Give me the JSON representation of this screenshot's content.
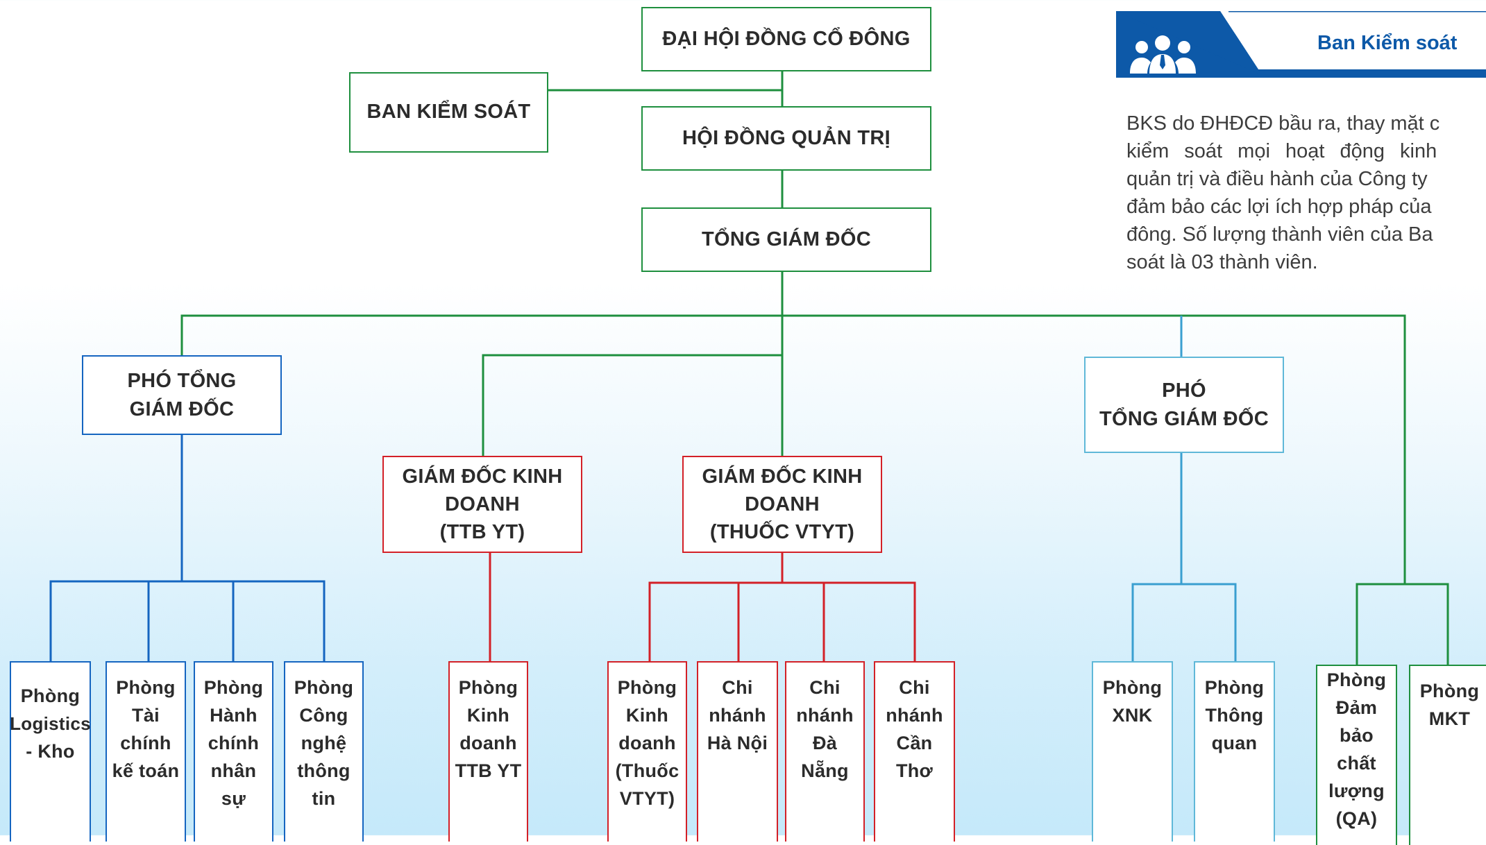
{
  "top": {
    "shareholders": "ĐẠI HỘI ĐỒNG CỔ ĐÔNG",
    "supervisory_board": "BAN KIỂM SOÁT",
    "board_of_directors": "HỘI ĐỒNG QUẢN TRỊ",
    "general_director": "TỔNG GIÁM ĐỐC"
  },
  "managers": {
    "deputy_left": [
      "PHÓ TỔNG",
      "GIÁM ĐỐC"
    ],
    "sales_ttb": [
      "GIÁM ĐỐC KINH",
      "DOANH",
      "(TTB YT)"
    ],
    "sales_thuoc": [
      "GIÁM ĐỐC KINH",
      "DOANH",
      "(THUỐC VTYT)"
    ],
    "deputy_right": [
      "PHÓ",
      "TỔNG GIÁM ĐỐC"
    ]
  },
  "departments": {
    "logistics": [
      "Phòng",
      "Logistics",
      "- Kho"
    ],
    "finance": [
      "Phòng",
      "Tài",
      "chính",
      "kế toán"
    ],
    "hr": [
      "Phòng",
      "Hành",
      "chính",
      "nhân",
      "sự"
    ],
    "it": [
      "Phòng",
      "Công",
      "nghệ",
      "thông",
      "tin"
    ],
    "sales_ttb": [
      "Phòng",
      "Kinh",
      "doanh",
      "TTB YT"
    ],
    "sales_thuoc": [
      "Phòng",
      "Kinh",
      "doanh",
      "(Thuốc",
      "VTYT)"
    ],
    "hanoi": [
      "Chi",
      "nhánh",
      "Hà Nội"
    ],
    "danang": [
      "Chi",
      "nhánh",
      "Đà",
      "Nẵng"
    ],
    "cantho": [
      "Chi",
      "nhánh",
      "Cần",
      "Thơ"
    ],
    "xnk": [
      "Phòng",
      "XNK"
    ],
    "customs": [
      "Phòng",
      "Thông",
      "quan"
    ],
    "qa": [
      "Phòng",
      "Đảm",
      "bảo",
      "chất",
      "lượng",
      "(QA)"
    ],
    "mkt": [
      "Phòng",
      "MKT"
    ]
  },
  "panel": {
    "title": "Ban Kiểm soát",
    "icon": "people-group-icon",
    "lines": [
      "BKS do ĐHĐCĐ bầu ra, thay mặt c",
      "kiểm soát mọi hoạt động kinh",
      "quản trị và điều hành của Công ty",
      "đảm bảo các lợi ích hợp pháp của",
      "đông. Số lượng thành viên của Ba",
      "soát là 03 thành viên."
    ]
  },
  "colors": {
    "green": "#1e8f3e",
    "blue": "#1565c0",
    "red": "#d32027",
    "light_blue": "#5fb8d8",
    "panel_blue": "#0d59a8"
  }
}
